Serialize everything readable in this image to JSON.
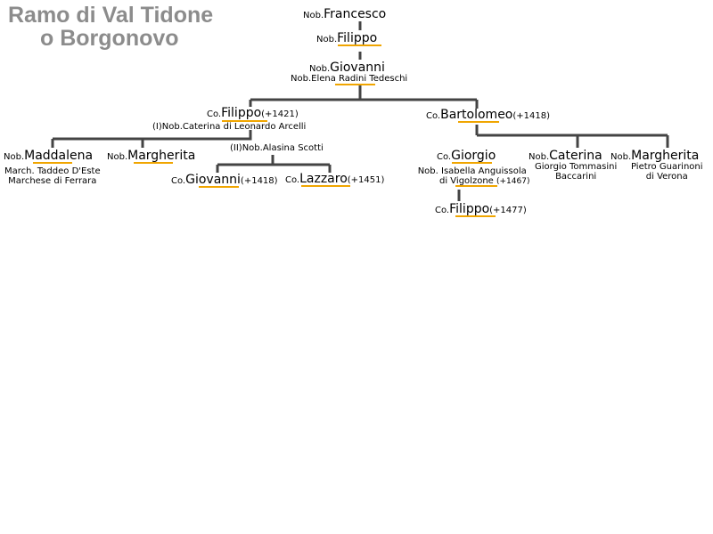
{
  "title": {
    "line1": "Ramo di Val Tidone",
    "line2": "o Borgonovo"
  },
  "colors": {
    "line": "#444444",
    "underline": "#f0a500",
    "title": "#8c8c8c"
  },
  "people": {
    "francesco": {
      "prefix": "Nob.",
      "name": "Francesco"
    },
    "filippo_top": {
      "prefix": "Nob.",
      "name": "Filippo"
    },
    "giovanni_top": {
      "prefix": "Nob.",
      "name": "Giovanni",
      "spouse": [
        "Nob.Elena Radini Tedeschi"
      ]
    },
    "filippo_1421": {
      "prefix": "Co.",
      "name": "Filippo",
      "dates": "(+1421)",
      "spouse1": "(I)Nob.Caterina di Leonardo Arcelli",
      "spouse2": "(II)Nob.Alasina Scotti"
    },
    "bartolomeo": {
      "prefix": "Co.",
      "name": "Bartolomeo",
      "dates": "(+1418)"
    },
    "maddalena": {
      "prefix": "Nob.",
      "name": "Maddalena",
      "spouse": [
        "March. Taddeo D'Este",
        "Marchese di Ferrara"
      ]
    },
    "margherita_left": {
      "prefix": "Nob.",
      "name": "Margherita"
    },
    "giovanni_1418": {
      "prefix": "Co.",
      "name": "Giovanni",
      "dates": "(+1418)"
    },
    "lazzaro": {
      "prefix": "Co.",
      "name": "Lazzaro",
      "dates": "(+1451)"
    },
    "giorgio": {
      "prefix": "Co.",
      "name": "Giorgio",
      "spouse": [
        "Nob. Isabella Anguissola",
        "di Vigolzone"
      ],
      "spouse_dates": "(+1467)"
    },
    "caterina": {
      "prefix": "Nob.",
      "name": "Caterina",
      "spouse": [
        "Giorgio Tommasini",
        "Baccarini"
      ]
    },
    "margherita_right": {
      "prefix": "Nob.",
      "name": "Margherita",
      "spouse": [
        "Pietro Guarinoni",
        "di Verona"
      ]
    },
    "filippo_1477": {
      "prefix": "Co.",
      "name": "Filippo",
      "dates": "(+1477)"
    }
  }
}
